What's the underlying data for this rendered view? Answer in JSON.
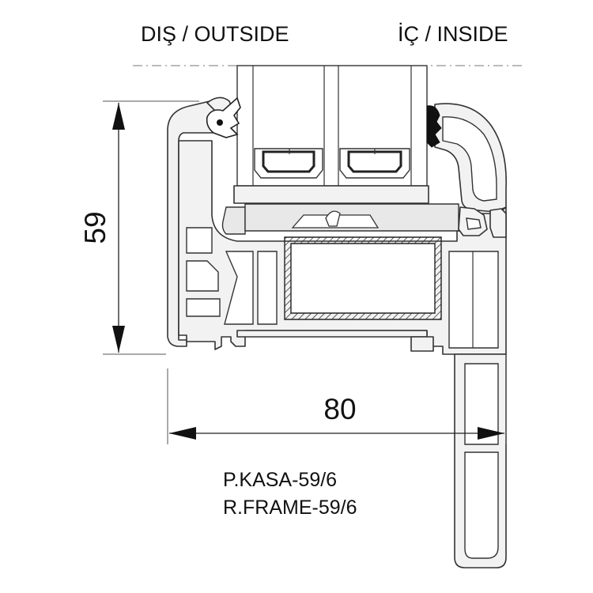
{
  "labels": {
    "outside": "DIŞ / OUTSIDE",
    "inside": "İÇ / INSIDE"
  },
  "dimensions": {
    "height": "59",
    "width": "80"
  },
  "profile_code": {
    "tr": "P.KASA-59/6",
    "en": "R.FRAME-59/6"
  },
  "colors": {
    "profile_fill": "#f2f2f2",
    "outline": "#333333",
    "background": "#ffffff"
  }
}
